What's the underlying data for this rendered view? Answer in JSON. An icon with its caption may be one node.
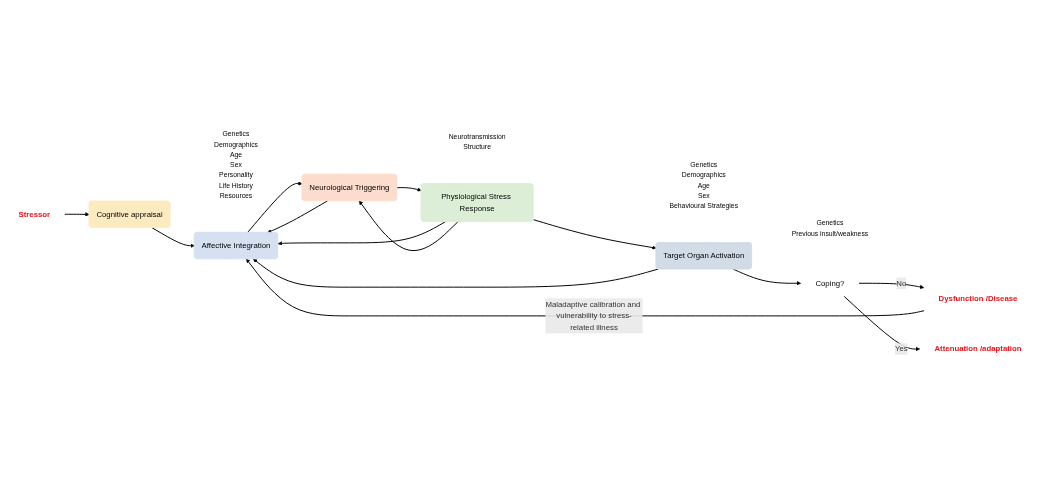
{
  "diagram": {
    "nodes": [
      {
        "text": [
          "Stressor"
        ]
      },
      {
        "text": [
          "Cognitive appraisal"
        ],
        "beside": [
          "Genetics",
          "Demographics",
          "Age",
          "Sex",
          "Personality",
          "Life History",
          "Resources"
        ]
      },
      {
        "text": [
          "Affective Integration"
        ]
      },
      {
        "text": [
          "Neurological Triggering"
        ],
        "beside": [
          "Neurotransmission",
          "Structure"
        ]
      },
      {
        "text": [
          "Physiological Stress Response"
        ],
        "beside": [
          "Genetics",
          "Demographics",
          "Age",
          "Sex",
          "Behavioural Strategies"
        ]
      },
      {
        "text": [
          "Target Organ Activation"
        ],
        "beside": [
          "Genetics",
          "Previous insult/weakness"
        ]
      },
      {
        "text": [
          "Coping?"
        ]
      },
      {
        "text": [
          "Dysfunction /Disease"
        ]
      },
      {
        "text": [
          "Attenuation /adaptation"
        ]
      }
    ],
    "edges": [
      {
        "from": 0,
        "to": 1,
        "arrow": "to"
      },
      {
        "from": 1,
        "to": 2,
        "arrow": "to"
      },
      {
        "from": 2,
        "to": 3,
        "arrow": "to"
      },
      {
        "from": 3,
        "to": 4,
        "arrow": "to"
      },
      {
        "from": 4,
        "to": 5,
        "arrow": "to"
      },
      {
        "from": 5,
        "to": 6,
        "arrow": "to"
      },
      {
        "from": 6,
        "to": 7,
        "label": "No",
        "arrow": "to"
      },
      {
        "from": 6,
        "to": 8,
        "label": "Yes",
        "arrow": "to"
      },
      {
        "from": 7,
        "to": 2,
        "label": "Maladaptive calibration and vulnerability to stress-related illness",
        "arrow": "to"
      },
      {
        "from": 5,
        "to": 2,
        "arrow": "to"
      },
      {
        "from": 4,
        "to": 2,
        "arrow": "to"
      },
      {
        "from": 3,
        "to": 2,
        "arrow": "to"
      },
      {
        "from": 4,
        "to": 3,
        "arrow": "to"
      }
    ]
  }
}
